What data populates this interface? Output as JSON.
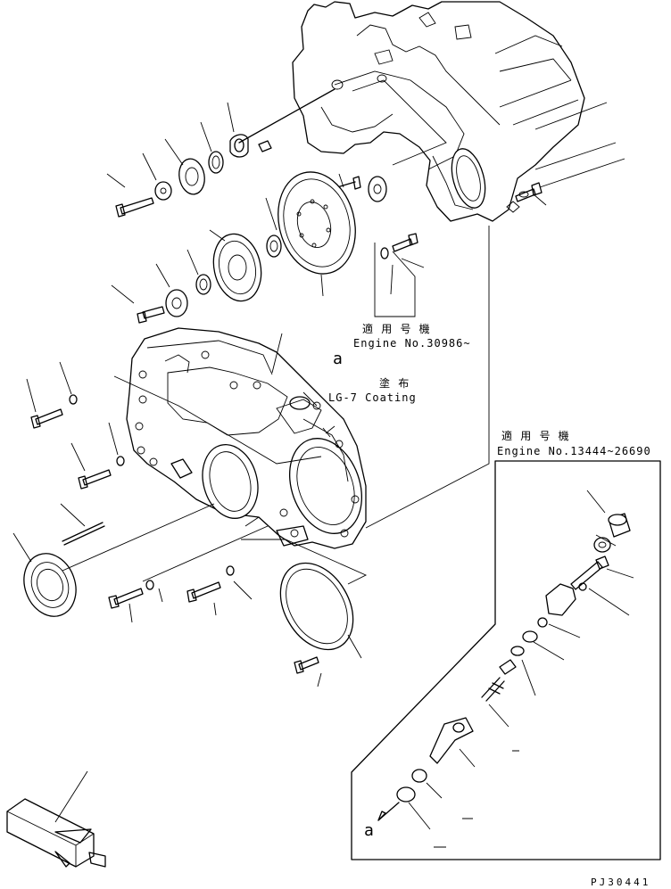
{
  "labels": {
    "applicable_jp_1": "適 用 号 機",
    "engine_no_1": "Engine No.30986~",
    "coating_jp": "塗 布",
    "coating_en": "LG-7 Coating",
    "ref_a_top": "a",
    "applicable_jp_2": "適 用 号 機",
    "engine_no_2": "Engine No.13444~26690",
    "ref_a_bottom": "a",
    "drawing_code": "PJ30441"
  },
  "colors": {
    "line": "#000000",
    "background": "#ffffff"
  }
}
